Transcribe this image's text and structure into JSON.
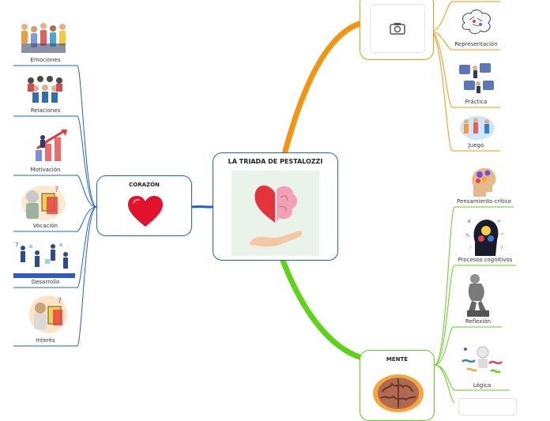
{
  "central": {
    "title": "LA TRIADA DE PESTALOZZI"
  },
  "heart_branch": {
    "title": "CORAZÓN",
    "children": [
      "Emociones",
      "Relaciones",
      "Motivación",
      "Vocación",
      "Desarrollo",
      "Interés"
    ]
  },
  "hand_branch": {
    "children": [
      "Representación",
      "Práctica",
      "Juego"
    ]
  },
  "mind_branch": {
    "title": "MENTE",
    "children": [
      "Pensamiento crítico",
      "Procesos cognitivos",
      "Reflexión",
      "Lógica"
    ]
  },
  "colors": {
    "heart": "#1f5fd6",
    "hand": "#f5950f",
    "mind": "#5fd21a",
    "center": "#1f5fd6"
  },
  "icons": [
    "camera-icon",
    "heart-icon",
    "brain-icon"
  ]
}
